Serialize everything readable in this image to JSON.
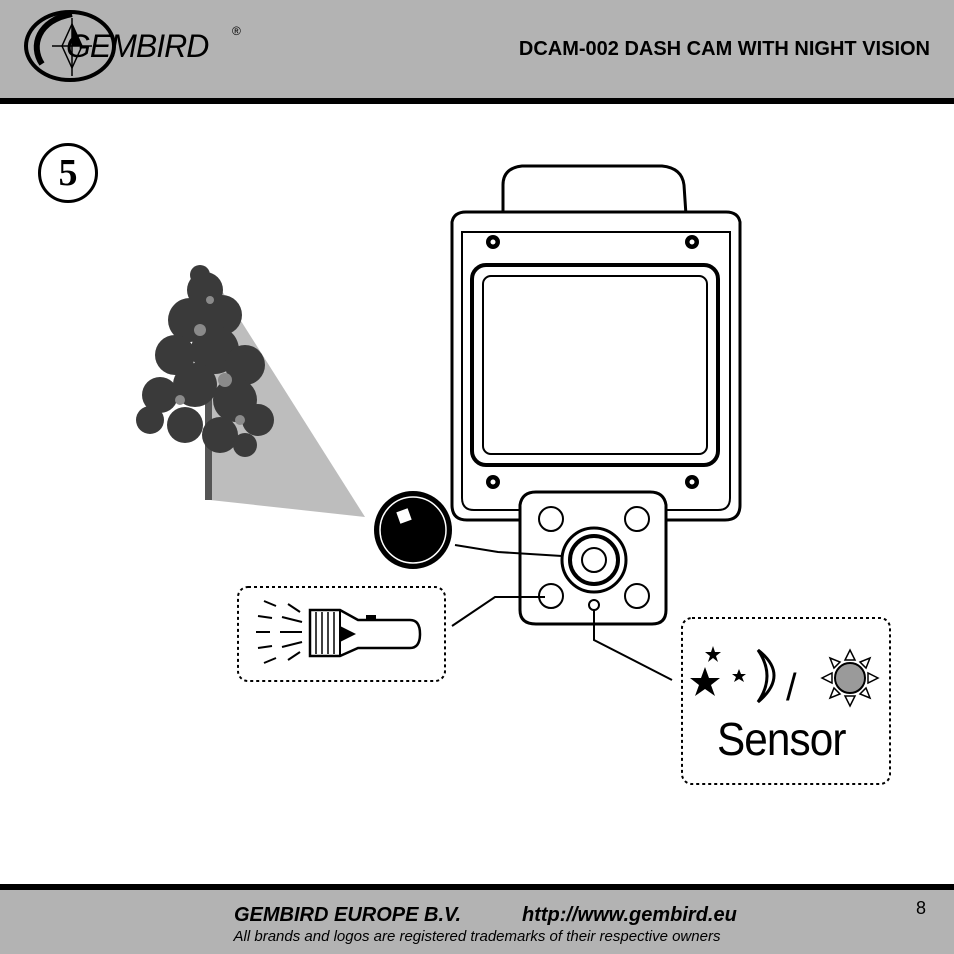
{
  "header": {
    "logo_text": "GEMBIRD",
    "logo_registered": "®",
    "title": "DCAM-002 DASH CAM WITH NIGHT VISION"
  },
  "step": {
    "number": "5"
  },
  "figure": {
    "sensor_label": "Sensor",
    "sensor_separator": "/",
    "icons": [
      "tree-icon",
      "camera-lens-icon",
      "flashlight-icon",
      "stars-icon",
      "moon-icon",
      "sun-icon",
      "dash-cam-icon"
    ]
  },
  "footer": {
    "company": "GEMBIRD EUROPE B.V.",
    "url": "http://www.gembird.eu",
    "trademark_note": "All brands and logos are registered trademarks of their respective owners",
    "page_number": "8"
  }
}
